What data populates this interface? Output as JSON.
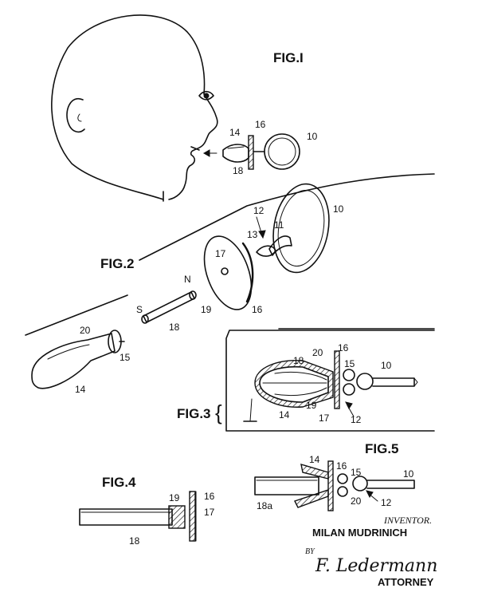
{
  "figures": {
    "fig1": {
      "title": "FIG.I",
      "labels": [
        "14",
        "16",
        "10",
        "18"
      ]
    },
    "fig2": {
      "title": "FIG.2",
      "labels": [
        "12",
        "13",
        "11",
        "10",
        "17",
        "N",
        "S",
        "19",
        "18",
        "16",
        "20",
        "15",
        "14"
      ]
    },
    "fig3": {
      "title": "FIG.3",
      "labels": [
        "18",
        "20",
        "16",
        "15",
        "10",
        "14",
        "19",
        "17",
        "12"
      ]
    },
    "fig4": {
      "title": "FIG.4",
      "labels": [
        "19",
        "16",
        "17",
        "18"
      ]
    },
    "fig5": {
      "title": "FIG.5",
      "labels": [
        "14",
        "16",
        "15",
        "10",
        "18a",
        "20",
        "12"
      ]
    }
  },
  "footer": {
    "inventor_caption": "INVENTOR.",
    "inventor_name": "MILAN MUDRINICH",
    "by": "BY",
    "signature": "F. Ledermann",
    "attorney_caption": "ATTORNEY"
  },
  "colors": {
    "ink": "#111111",
    "paper": "#ffffff"
  }
}
